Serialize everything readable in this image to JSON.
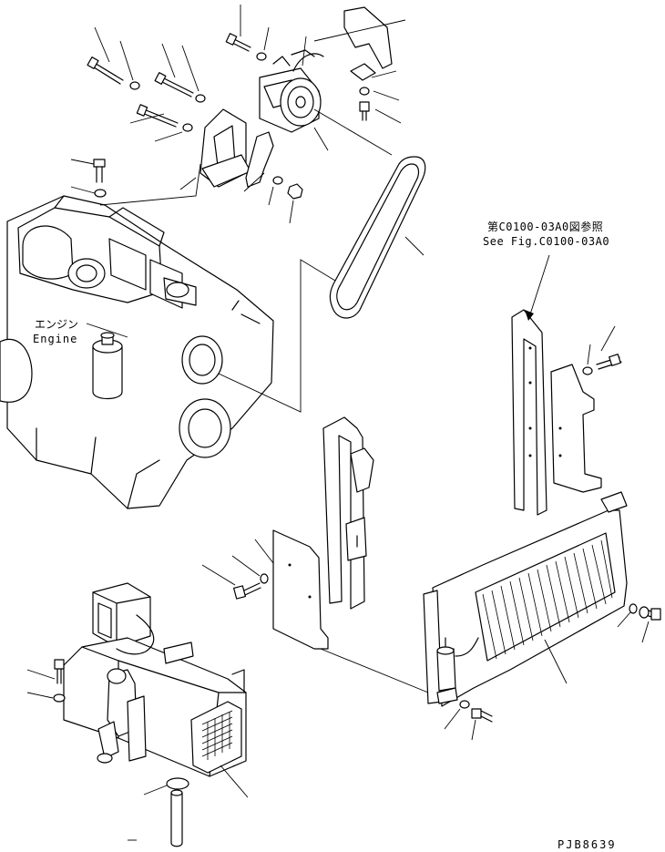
{
  "reference_note": {
    "japanese": "第C0100-03A0図参照",
    "english": "See Fig.C0100-03A0"
  },
  "engine_label": {
    "japanese": "エンジン",
    "english": "Engine"
  },
  "drawing_code": "PJB8639"
}
